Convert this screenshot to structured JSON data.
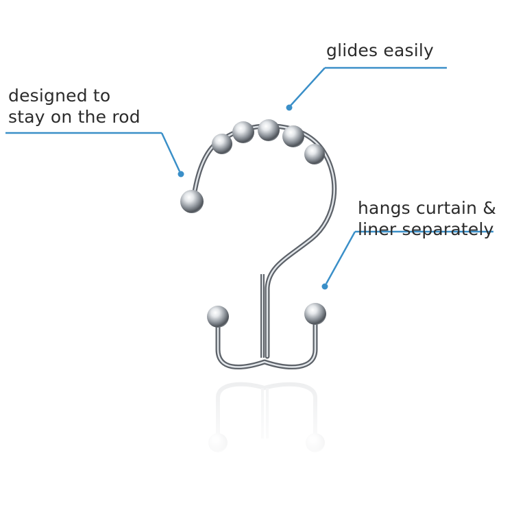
{
  "callouts": {
    "stay_on_rod": {
      "line1": "designed to",
      "line2": "stay on the rod"
    },
    "glides": {
      "line1": "glides easily"
    },
    "hangs": {
      "line1": "hangs curtain &",
      "line2": "liner separately"
    }
  },
  "colors": {
    "callout_line": "#3a8fc8",
    "text": "#2b2b2b",
    "chrome_dark": "#5a5f66",
    "chrome_light": "#ffffff"
  },
  "product": {
    "icon": "double-roller-shower-hook",
    "roller_balls": 6
  }
}
